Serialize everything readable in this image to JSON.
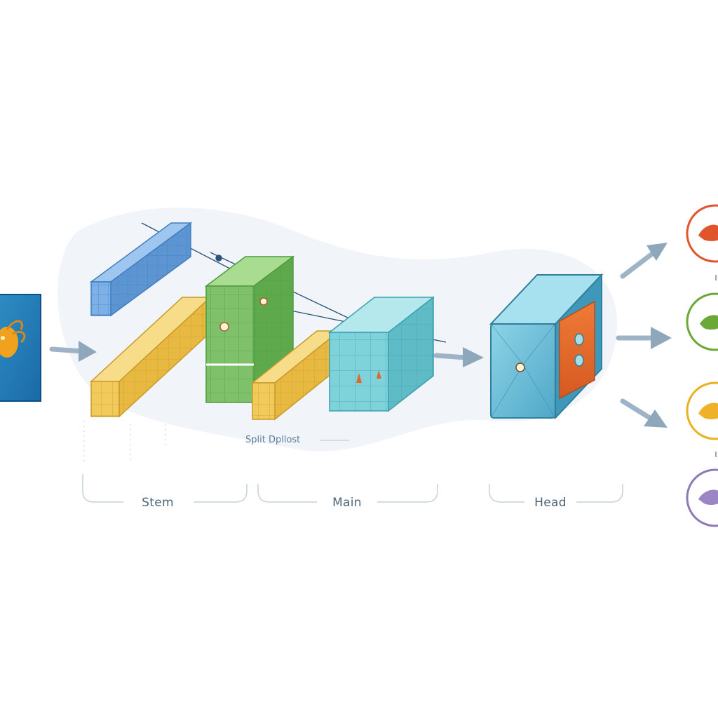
{
  "diagram": {
    "stages": [
      {
        "id": "stem",
        "label": "Stem"
      },
      {
        "id": "main",
        "label": "Main"
      },
      {
        "id": "head",
        "label": "Head"
      }
    ],
    "annotation": "Split Dpllost",
    "input": {
      "icon": "creature-icon"
    },
    "outputs": [
      {
        "id": "output-red",
        "color": "#e0552b",
        "icon": "creature-icon"
      },
      {
        "id": "output-green",
        "color": "#6aa838",
        "icon": "creature-icon"
      },
      {
        "id": "output-yellow",
        "color": "#e8b320",
        "icon": "creature-icon"
      },
      {
        "id": "output-purple",
        "color": "#8d79b8",
        "icon": "creature-icon"
      }
    ],
    "colors": {
      "blue_block": "#6fa6e0",
      "yellow_block": "#f2c95b",
      "green_block": "#7fc06a",
      "teal_block": "#7ed2da",
      "head_block": "#5fb6cf",
      "head_panel": "#e0662c",
      "arrow": "#8fa7bb"
    }
  }
}
